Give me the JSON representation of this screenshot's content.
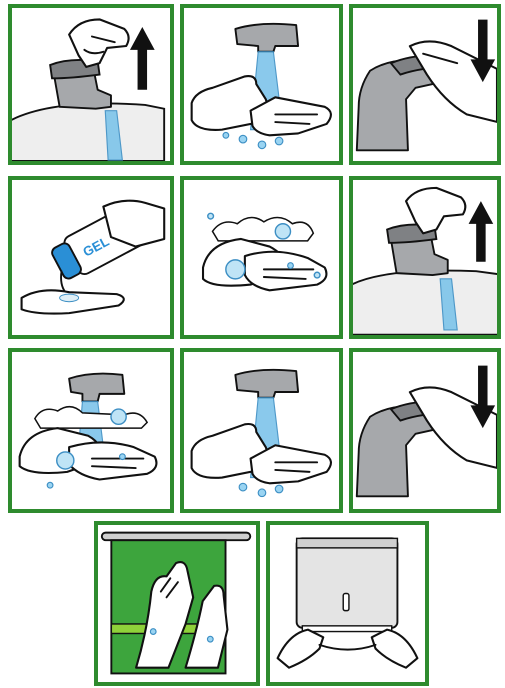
{
  "steps": [
    {
      "icon": "turn-on-tap-icon",
      "arrow": "up"
    },
    {
      "icon": "wet-hands-icon",
      "arrow": "none"
    },
    {
      "icon": "turn-off-tap-icon",
      "arrow": "down"
    },
    {
      "icon": "apply-soap-icon",
      "arrow": "none",
      "bottle_label": "GEL"
    },
    {
      "icon": "scrub-hands-icon",
      "arrow": "none"
    },
    {
      "icon": "turn-on-tap-icon",
      "arrow": "up"
    },
    {
      "icon": "rinse-hands-icon",
      "arrow": "none"
    },
    {
      "icon": "rinse-hands-icon",
      "arrow": "none"
    },
    {
      "icon": "turn-off-tap-icon",
      "arrow": "down"
    },
    {
      "icon": "dry-with-towel-icon",
      "arrow": "none"
    },
    {
      "icon": "paper-towel-dispenser-icon",
      "arrow": "none"
    }
  ],
  "colors": {
    "border": "#2e8b2e",
    "water": "#7ec4ea",
    "towel": "#3da53d",
    "towel_stripe": "#8fd23a",
    "tap": "#a6a8ab",
    "bottle_cap": "#2a8fd6"
  }
}
